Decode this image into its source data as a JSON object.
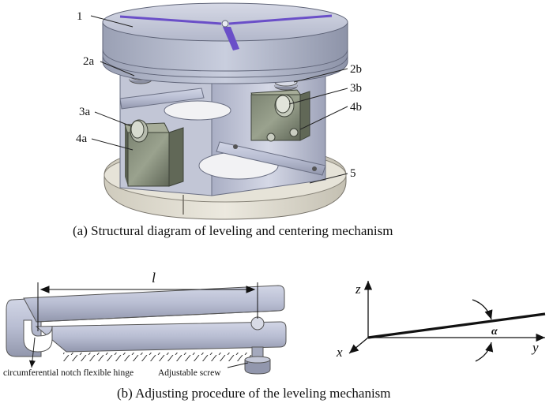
{
  "panel_a": {
    "labels": {
      "l1": "1",
      "l2a": "2a",
      "l2b": "2b",
      "l3a": "3a",
      "l3b": "3b",
      "l4a": "4a",
      "l4b": "4b",
      "l5": "5"
    },
    "caption": "(a)  Structural diagram of leveling and centering mechanism"
  },
  "panel_b": {
    "length_label": "l",
    "hinge_label": "circumferential notch flexible hinge",
    "screw_label": "Adjustable screw",
    "axes": {
      "z": "z",
      "x": "x",
      "y": "y",
      "angle": "α"
    },
    "caption": "(b)  Adjusting procedure of the leveling mechanism"
  }
}
